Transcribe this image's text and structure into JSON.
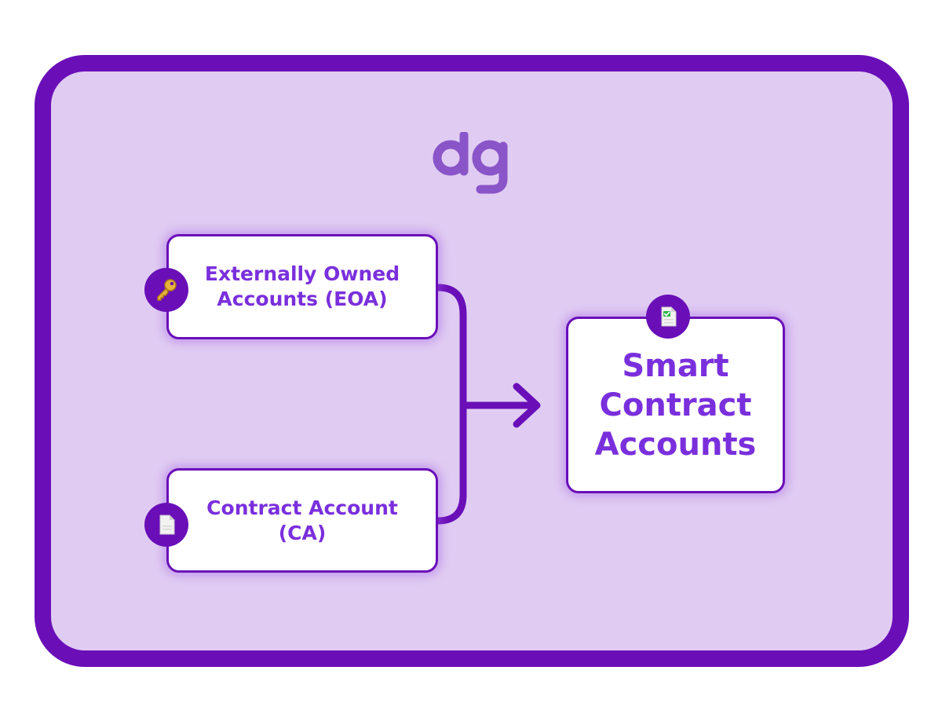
{
  "logo": {
    "text": "dg",
    "color": "#8a55c8"
  },
  "colors": {
    "frame_border": "#6a0fb8",
    "frame_fill": "#e0ccf2",
    "box_text": "#7a2fdc",
    "connector": "#6a0fb8"
  },
  "nodes": {
    "eoa": {
      "lines": [
        "Externally Owned",
        "Accounts (EOA)"
      ],
      "icon": "key-icon"
    },
    "ca": {
      "lines": [
        "Contract Account",
        "(CA)"
      ],
      "icon": "document-icon"
    },
    "sca": {
      "lines": [
        "Smart",
        "Contract",
        "Accounts"
      ],
      "icon": "verified-document-icon"
    }
  },
  "edges": [
    {
      "from": "eoa",
      "to": "sca"
    },
    {
      "from": "ca",
      "to": "sca"
    }
  ]
}
